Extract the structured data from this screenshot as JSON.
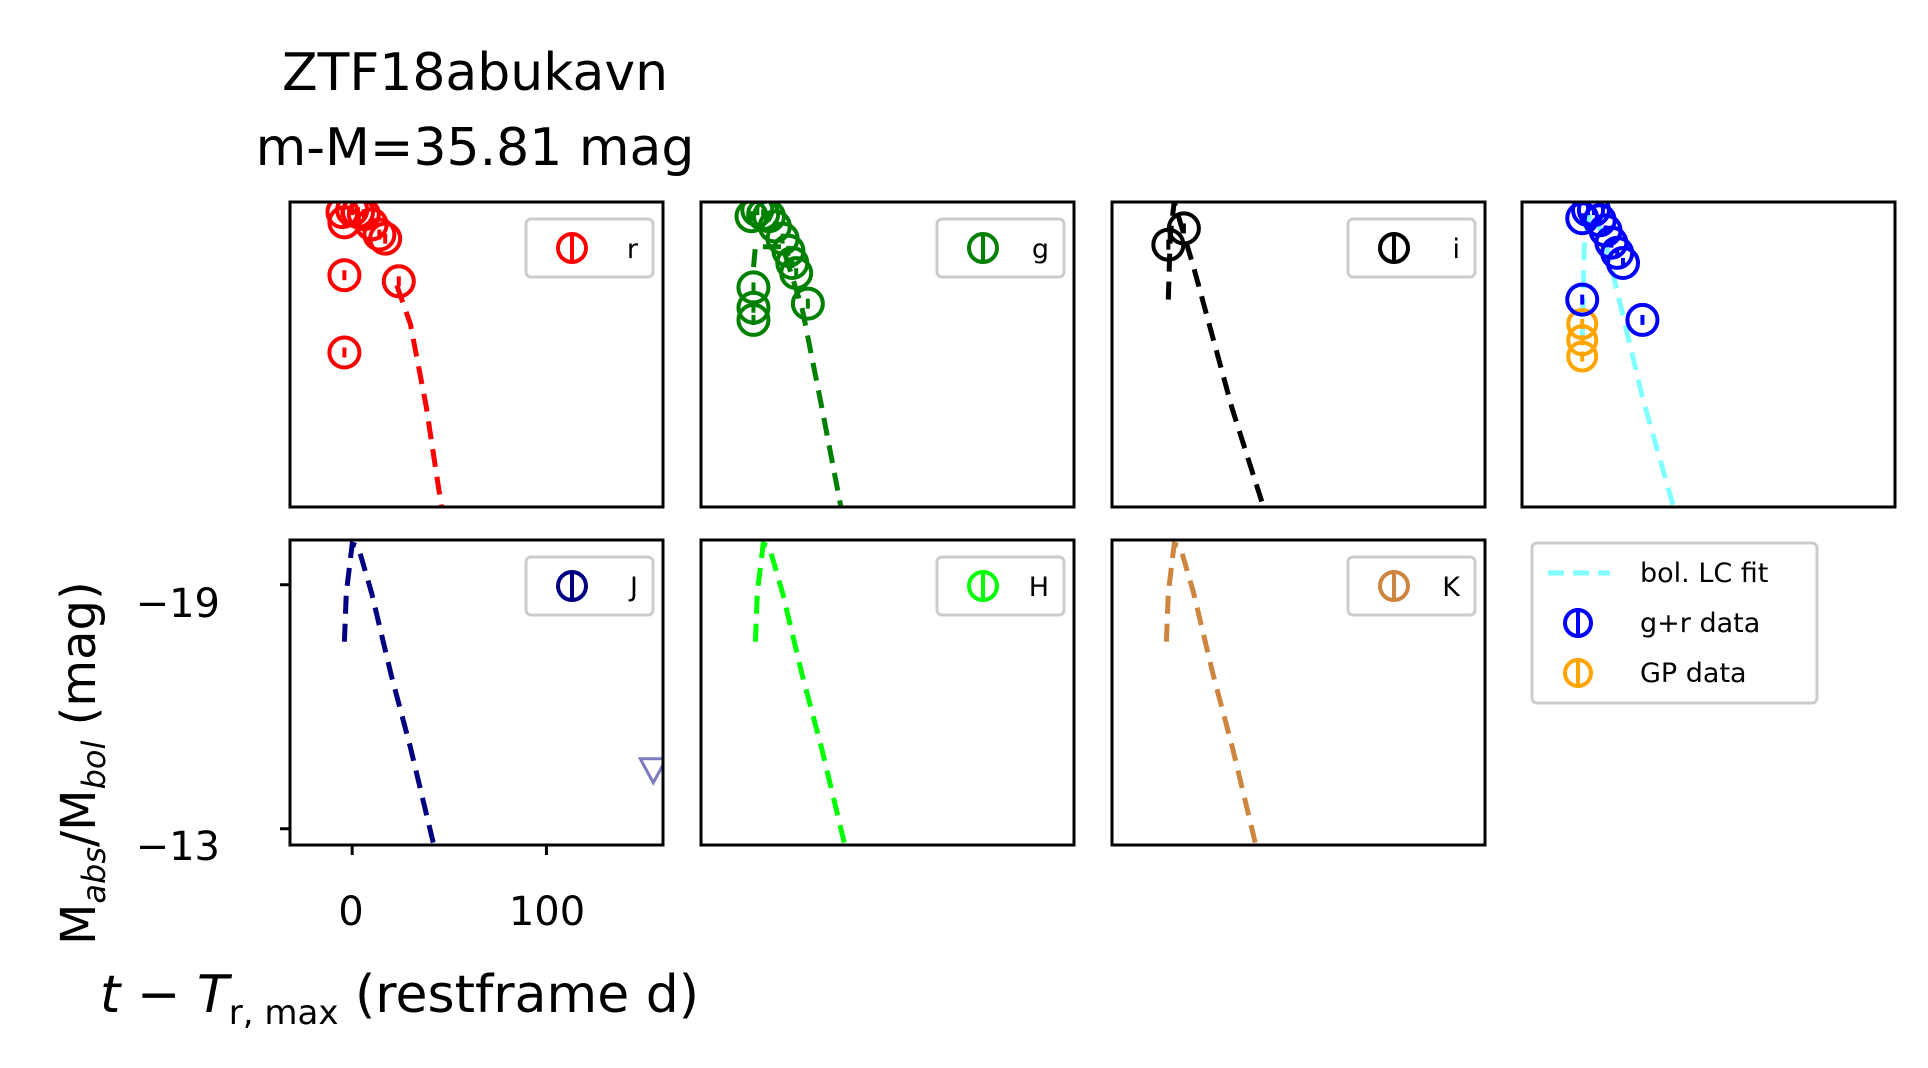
{
  "figure": {
    "title_line1": "ZTF18abukavn",
    "title_line2": "m-M=35.81 mag",
    "ylabel_main": "M",
    "ylabel_sub1": "abs",
    "ylabel_mid": "/M",
    "ylabel_sub2": "bol",
    "ylabel_end": " (mag)",
    "xlabel_t": "t",
    "xlabel_minus": " − ",
    "xlabel_T": "T",
    "xlabel_sub": "r, max",
    "xlabel_end": " (restframe d)"
  },
  "axes_labels": {
    "x_ticks": [
      "0",
      "100"
    ],
    "y_ticks": [
      "−19",
      "−13"
    ]
  },
  "legend_bol": {
    "fit": "bol. LC fit",
    "gr": "g+r data",
    "gp": "GP data"
  },
  "chart_data": [
    {
      "type": "scatter",
      "band": "r",
      "color": "#ff0000",
      "xlim": [
        -32,
        160
      ],
      "ylim": [
        -12.6,
        -20.1
      ],
      "points": [
        [
          -5,
          -19.85
        ],
        [
          -4,
          -19.6
        ],
        [
          -4,
          -18.3
        ],
        [
          -4,
          -16.4
        ],
        [
          0,
          -19.9
        ],
        [
          3,
          -19.85
        ],
        [
          6,
          -19.8
        ],
        [
          10,
          -19.55
        ],
        [
          14,
          -19.3
        ],
        [
          17,
          -19.2
        ],
        [
          24,
          -18.15
        ]
      ],
      "fit": [
        [
          23,
          -18.05
        ],
        [
          30,
          -17.1
        ],
        [
          38,
          -15.1
        ],
        [
          46,
          -12.6
        ]
      ]
    },
    {
      "type": "scatter",
      "band": "g",
      "color": "#008000",
      "xlim": [
        -32,
        160
      ],
      "ylim": [
        -12.6,
        -20.1
      ],
      "points": [
        [
          -6,
          -19.75
        ],
        [
          -5,
          -18.0
        ],
        [
          -5,
          -17.5
        ],
        [
          -5,
          -17.2
        ],
        [
          -3,
          -19.9
        ],
        [
          0,
          -19.8
        ],
        [
          3,
          -19.75
        ],
        [
          6,
          -19.5
        ],
        [
          10,
          -19.2
        ],
        [
          13,
          -18.9
        ],
        [
          15,
          -18.6
        ],
        [
          17,
          -18.35
        ],
        [
          23,
          -17.6
        ]
      ],
      "fit": [
        [
          -5,
          -18.5
        ],
        [
          -4,
          -19.0
        ],
        [
          10,
          -19.0
        ],
        [
          20,
          -17.5
        ],
        [
          30,
          -15.1
        ],
        [
          40,
          -12.6
        ]
      ]
    },
    {
      "type": "scatter",
      "band": "i",
      "color": "#000000",
      "xlim": [
        -32,
        160
      ],
      "ylim": [
        -12.6,
        -20.1
      ],
      "points": [
        [
          -3,
          -19.05
        ],
        [
          5,
          -19.45
        ]
      ],
      "fit": [
        [
          -3,
          -17.7
        ],
        [
          -2,
          -19.3
        ],
        [
          0,
          -20.1
        ],
        [
          10,
          -18.5
        ],
        [
          30,
          -15.0
        ],
        [
          46,
          -12.6
        ]
      ]
    },
    {
      "type": "scatter",
      "band": "bol",
      "color": "#0000ff",
      "xlim": [
        -32,
        160
      ],
      "ylim": [
        -12.6,
        -20.1
      ],
      "points": [
        [
          -1,
          -19.7
        ],
        [
          2,
          -19.9
        ],
        [
          5,
          -19.9
        ],
        [
          8,
          -19.65
        ],
        [
          11,
          -19.4
        ],
        [
          14,
          -19.1
        ],
        [
          17,
          -18.85
        ],
        [
          20,
          -18.6
        ],
        [
          -1,
          -17.7
        ],
        [
          30,
          -17.2
        ]
      ],
      "gp_points": [
        [
          -1,
          -16.3
        ],
        [
          -1,
          -16.7
        ],
        [
          -1,
          -17.1
        ]
      ],
      "fit": [
        [
          -1,
          -16.6
        ],
        [
          0,
          -19.0
        ],
        [
          3,
          -19.85
        ],
        [
          10,
          -19.3
        ],
        [
          30,
          -15.3
        ],
        [
          46,
          -12.6
        ]
      ]
    },
    {
      "type": "line",
      "band": "J",
      "color": "#000080",
      "xlim": [
        -32,
        160
      ],
      "ylim": [
        -12.6,
        -20.1
      ],
      "upper_limit": [
        [
          155,
          -14.45
        ]
      ],
      "fit": [
        [
          -4,
          -17.6
        ],
        [
          -3,
          -18.8
        ],
        [
          0,
          -20.0
        ],
        [
          3,
          -19.95
        ],
        [
          10,
          -18.8
        ],
        [
          20,
          -16.8
        ],
        [
          30,
          -15.0
        ],
        [
          42,
          -12.6
        ]
      ]
    },
    {
      "type": "line",
      "band": "H",
      "color": "#00ff00",
      "xlim": [
        -32,
        160
      ],
      "ylim": [
        -12.6,
        -20.1
      ],
      "fit": [
        [
          -4,
          -17.6
        ],
        [
          -3,
          -18.8
        ],
        [
          0,
          -20.0
        ],
        [
          3,
          -19.95
        ],
        [
          10,
          -18.8
        ],
        [
          20,
          -16.8
        ],
        [
          30,
          -15.0
        ],
        [
          42,
          -12.6
        ]
      ]
    },
    {
      "type": "line",
      "band": "K",
      "color": "#cd853f",
      "xlim": [
        -32,
        160
      ],
      "ylim": [
        -12.6,
        -20.1
      ],
      "fit": [
        [
          -4,
          -17.6
        ],
        [
          -3,
          -18.8
        ],
        [
          0,
          -20.0
        ],
        [
          3,
          -19.95
        ],
        [
          10,
          -18.8
        ],
        [
          20,
          -16.8
        ],
        [
          30,
          -15.0
        ],
        [
          42,
          -12.6
        ]
      ]
    }
  ]
}
